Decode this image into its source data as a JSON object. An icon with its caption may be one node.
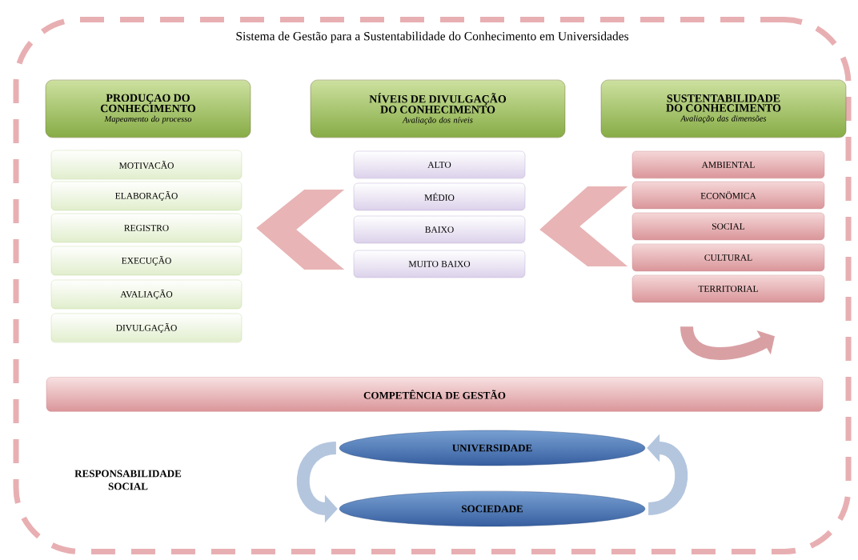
{
  "diagram": {
    "nodes": [
      {
        "text": [
          "Sistema de Gestão para a Sustentabilidade do Conhecimento em Universidades"
        ]
      },
      {
        "text": [
          "PRODUÇAO DO CONHECIMENTO",
          "Mapeamento do processo"
        ],
        "in": 0
      },
      {
        "text": [
          "NÍVEIS DE DIVULGAÇÃO DO CONHECIMENTO",
          "Avaliação dos níveis"
        ],
        "in": 0
      },
      {
        "text": [
          "SUSTENTABILIDADE DO CONHECIMENTO",
          "Avaliação das dimensões"
        ],
        "in": 0
      },
      {
        "text": [
          "MOTIVACÃO"
        ],
        "in": 0
      },
      {
        "text": [
          "ELABORAÇÃO"
        ],
        "in": 0
      },
      {
        "text": [
          "REGISTRO"
        ],
        "in": 0
      },
      {
        "text": [
          "EXECUÇÃO"
        ],
        "in": 0
      },
      {
        "text": [
          "AVALIAÇÃO"
        ],
        "in": 0
      },
      {
        "text": [
          "DIVULGAÇÃO"
        ],
        "in": 0
      },
      {
        "text": [
          "ALTO"
        ],
        "in": 0
      },
      {
        "text": [
          "MÉDIO"
        ],
        "in": 0
      },
      {
        "text": [
          "BAIXO"
        ],
        "in": 0
      },
      {
        "text": [
          "MUITO BAIXO"
        ],
        "in": 0
      },
      {
        "text": [
          "AMBIENTAL"
        ],
        "in": 0
      },
      {
        "text": [
          "ECONÖMICA"
        ],
        "in": 0
      },
      {
        "text": [
          "SOCIAL"
        ],
        "in": 0
      },
      {
        "text": [
          "CULTURAL"
        ],
        "in": 0
      },
      {
        "text": [
          "TERRITORIAL"
        ],
        "in": 0
      },
      {
        "text": [
          "COMPETÊNCIA DE GESTÃO"
        ],
        "in": 0
      },
      {
        "text": [
          "UNIVERSIDADE"
        ],
        "in": 0
      },
      {
        "text": [
          "SOCIEDADE"
        ],
        "in": 0
      }
    ],
    "edges": [
      {
        "from": 16,
        "to": 12,
        "arrow": "to",
        "color": "#e8b4b5"
      },
      {
        "from": 12,
        "to": 6,
        "arrow": "to",
        "color": "#e8b4b5"
      },
      {
        "from": 18,
        "to": null,
        "arrow": "to",
        "color": "#d9a0a4"
      },
      {
        "from": 20,
        "to": 21,
        "arrow": "to",
        "color": "#b4c6de"
      },
      {
        "from": 21,
        "to": 20,
        "arrow": "to",
        "color": "#b4c6de"
      }
    ],
    "labels": [
      "RESPONSABILIDADE SOCIAL"
    ]
  }
}
